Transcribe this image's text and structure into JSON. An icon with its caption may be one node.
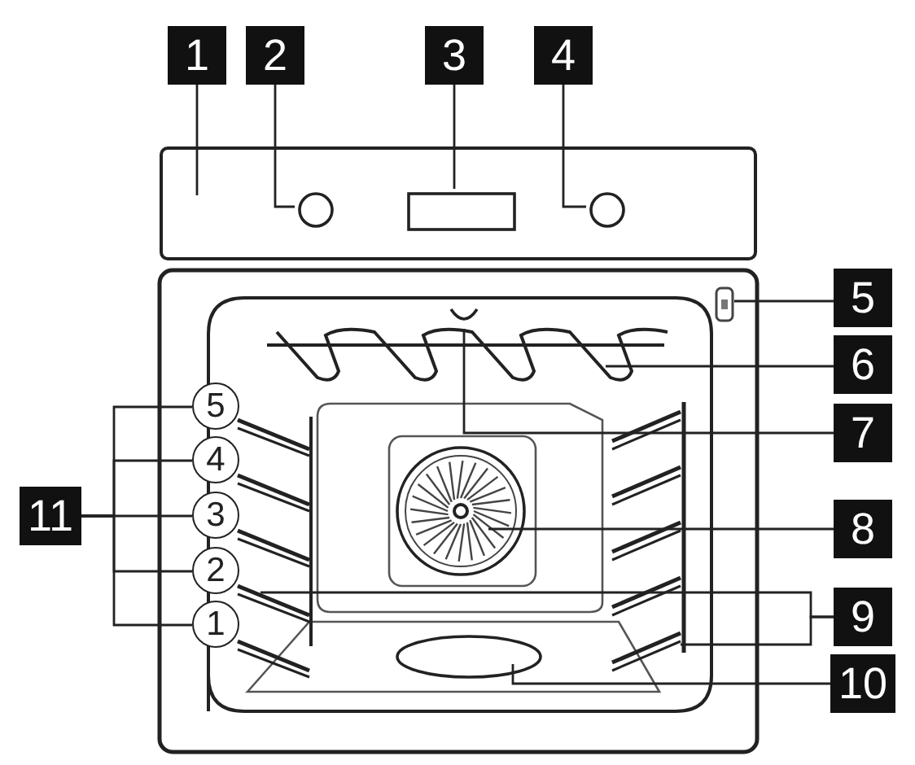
{
  "diagram": {
    "nodes": [
      {
        "text": [],
        "shape": "box"
      },
      {
        "text": [],
        "shape": "circle",
        "in": 0
      },
      {
        "text": [],
        "shape": "box",
        "in": 0
      },
      {
        "text": [],
        "shape": "circle",
        "in": 0
      },
      {
        "text": [],
        "shape": "box"
      },
      {
        "text": [],
        "shape": "bar"
      },
      {
        "text": [],
        "shape": "circle"
      },
      {
        "text": [],
        "shape": "circle"
      },
      {
        "text": [],
        "shape": "bar"
      },
      {
        "text": [],
        "shape": "bar"
      },
      {
        "text": [],
        "shape": "circle"
      },
      {
        "text": [
          "1"
        ]
      },
      {
        "text": [
          "2"
        ]
      },
      {
        "text": [
          "3"
        ]
      },
      {
        "text": [
          "4"
        ]
      },
      {
        "text": [
          "5"
        ]
      },
      {
        "text": [
          "6"
        ]
      },
      {
        "text": [
          "7"
        ]
      },
      {
        "text": [
          "8"
        ]
      },
      {
        "text": [
          "9"
        ]
      },
      {
        "text": [
          "10"
        ]
      },
      {
        "text": [
          "11"
        ]
      },
      {
        "text": [
          "5"
        ]
      },
      {
        "text": [
          "4"
        ]
      },
      {
        "text": [
          "3"
        ]
      },
      {
        "text": [
          "2"
        ]
      },
      {
        "text": [
          "1"
        ]
      }
    ],
    "edges": [
      {
        "from": 11,
        "to": 0,
        "arrow": "none"
      },
      {
        "from": 12,
        "to": 1,
        "arrow": "none"
      },
      {
        "from": 13,
        "to": 2,
        "arrow": "none"
      },
      {
        "from": 14,
        "to": 3,
        "arrow": "none"
      },
      {
        "from": 15,
        "to": 4,
        "arrow": "none"
      },
      {
        "from": 16,
        "to": 5,
        "arrow": "none"
      },
      {
        "from": 17,
        "to": 6,
        "arrow": "none"
      },
      {
        "from": 18,
        "to": 7,
        "arrow": "none"
      },
      {
        "from": 19,
        "to": 8,
        "arrow": "none"
      },
      {
        "from": 19,
        "to": 9,
        "arrow": "none"
      },
      {
        "from": 20,
        "to": 10,
        "arrow": "none"
      },
      {
        "from": 21,
        "to": 22,
        "arrow": "none"
      },
      {
        "from": 21,
        "to": 23,
        "arrow": "none"
      },
      {
        "from": 21,
        "to": 24,
        "arrow": "none"
      },
      {
        "from": 21,
        "to": 25,
        "arrow": "none"
      },
      {
        "from": 21,
        "to": 26,
        "arrow": "none"
      }
    ]
  }
}
